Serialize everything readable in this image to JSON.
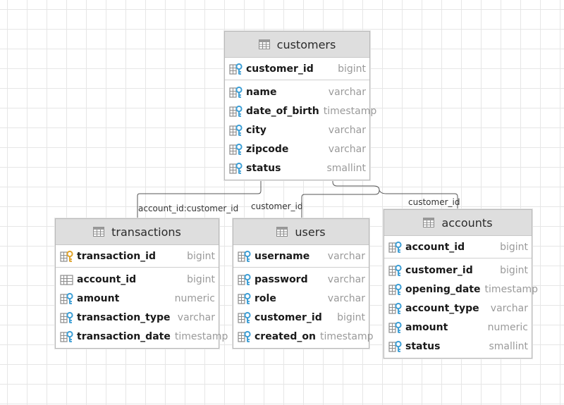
{
  "tables": {
    "customers": {
      "title": "customers",
      "pk": [
        {
          "name": "customer_id",
          "type": "bigint",
          "icon": "blue-key-column-icon"
        }
      ],
      "columns": [
        {
          "name": "name",
          "type": "varchar",
          "icon": "blue-key-column-icon"
        },
        {
          "name": "date_of_birth",
          "type": "timestamp",
          "icon": "blue-key-column-icon"
        },
        {
          "name": "city",
          "type": "varchar",
          "icon": "blue-key-column-icon"
        },
        {
          "name": "zipcode",
          "type": "varchar",
          "icon": "blue-key-column-icon"
        },
        {
          "name": "status",
          "type": "smallint",
          "icon": "blue-key-column-icon"
        }
      ]
    },
    "transactions": {
      "title": "transactions",
      "pk": [
        {
          "name": "transaction_id",
          "type": "bigint",
          "icon": "gold-key-column-icon"
        }
      ],
      "columns": [
        {
          "name": "account_id",
          "type": "bigint",
          "icon": "plain-column-icon"
        },
        {
          "name": "amount",
          "type": "numeric",
          "icon": "blue-key-column-icon"
        },
        {
          "name": "transaction_type",
          "type": "varchar",
          "icon": "blue-key-column-icon"
        },
        {
          "name": "transaction_date",
          "type": "timestamp",
          "icon": "blue-key-column-icon"
        }
      ]
    },
    "users": {
      "title": "users",
      "pk": [
        {
          "name": "username",
          "type": "varchar",
          "icon": "blue-key-column-icon"
        }
      ],
      "columns": [
        {
          "name": "password",
          "type": "varchar",
          "icon": "blue-key-column-icon"
        },
        {
          "name": "role",
          "type": "varchar",
          "icon": "blue-key-column-icon"
        },
        {
          "name": "customer_id",
          "type": "bigint",
          "icon": "blue-key-column-icon"
        },
        {
          "name": "created_on",
          "type": "timestamp",
          "icon": "blue-key-column-icon"
        }
      ]
    },
    "accounts": {
      "title": "accounts",
      "pk": [
        {
          "name": "account_id",
          "type": "bigint",
          "icon": "blue-key-column-icon"
        }
      ],
      "columns": [
        {
          "name": "customer_id",
          "type": "bigint",
          "icon": "blue-key-column-icon"
        },
        {
          "name": "opening_date",
          "type": "timestamp",
          "icon": "blue-key-column-icon"
        },
        {
          "name": "account_type",
          "type": "varchar",
          "icon": "blue-key-column-icon"
        },
        {
          "name": "amount",
          "type": "numeric",
          "icon": "blue-key-column-icon"
        },
        {
          "name": "status",
          "type": "smallint",
          "icon": "blue-key-column-icon"
        }
      ]
    }
  },
  "relations": {
    "transactions_customers": "account_id:customer_id",
    "users_customers": "customer_id",
    "accounts_customers": "customer_id"
  },
  "colors": {
    "key_blue": "#3d9fd6",
    "key_gold": "#e0a32a",
    "column_gray": "#8c8c8c",
    "connector": "#555555"
  }
}
